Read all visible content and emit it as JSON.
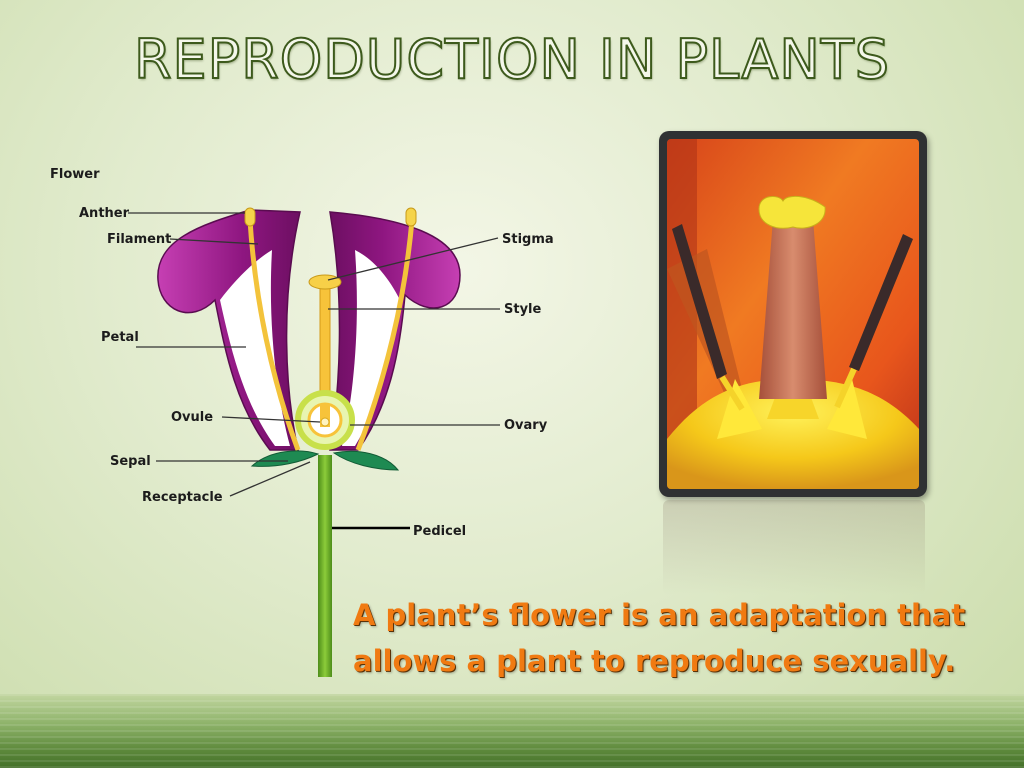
{
  "slide": {
    "title": "REPRODUCTION IN PLANTS",
    "caption_line1": "A plant’s flower is an adaptation that",
    "caption_line2": "allows a plant to reproduce sexually."
  },
  "diagram": {
    "heading": "Flower",
    "labels": {
      "anther": "Anther",
      "filament": "Filament",
      "petal": "Petal",
      "ovule": "Ovule",
      "sepal": "Sepal",
      "receptacle": "Receptacle",
      "stigma": "Stigma",
      "style": "Style",
      "ovary": "Ovary",
      "pedicel": "Pedicel"
    }
  },
  "colors": {
    "title_outline": "#3d5a1c",
    "caption": "#f07a12",
    "petal": "#9b1d8c",
    "stem": "#6bb02a",
    "sepal": "#1e8a52",
    "pistil": "#f7c33a"
  }
}
